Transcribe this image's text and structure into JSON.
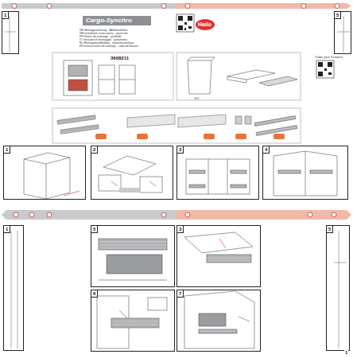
{
  "diagram": {
    "title": "Cargo-Synchro",
    "nodes": [
      {
        "text": [
          "1"
        ]
      },
      {
        "text": [
          "5"
        ]
      },
      {
        "text": [
          "1"
        ]
      },
      {
        "text": [
          "2"
        ]
      },
      {
        "text": [
          "3"
        ]
      },
      {
        "text": [
          "4"
        ]
      },
      {
        "text": [
          "1"
        ]
      },
      {
        "text": [
          "5"
        ]
      },
      {
        "text": [
          "3"
        ]
      },
      {
        "text": [
          "6"
        ]
      },
      {
        "text": [
          "7"
        ]
      },
      {
        "text": [
          "5"
        ]
      }
    ],
    "edges": [],
    "labels": [
      "Hailo",
      "3668211",
      "311",
      "DE  Montageanleitung · Abfallsammler",
      "GB  Installation instructions · waste bin",
      "FR  Notice de montage · poubelle",
      "IT  Istruzioni di montaggio · pattumiera",
      "NL  Montagehandleiding · afvalverzamelaar",
      "ES  Instrucciones de montaje · cubo de basura",
      "Order your furniture",
      "1"
    ]
  }
}
